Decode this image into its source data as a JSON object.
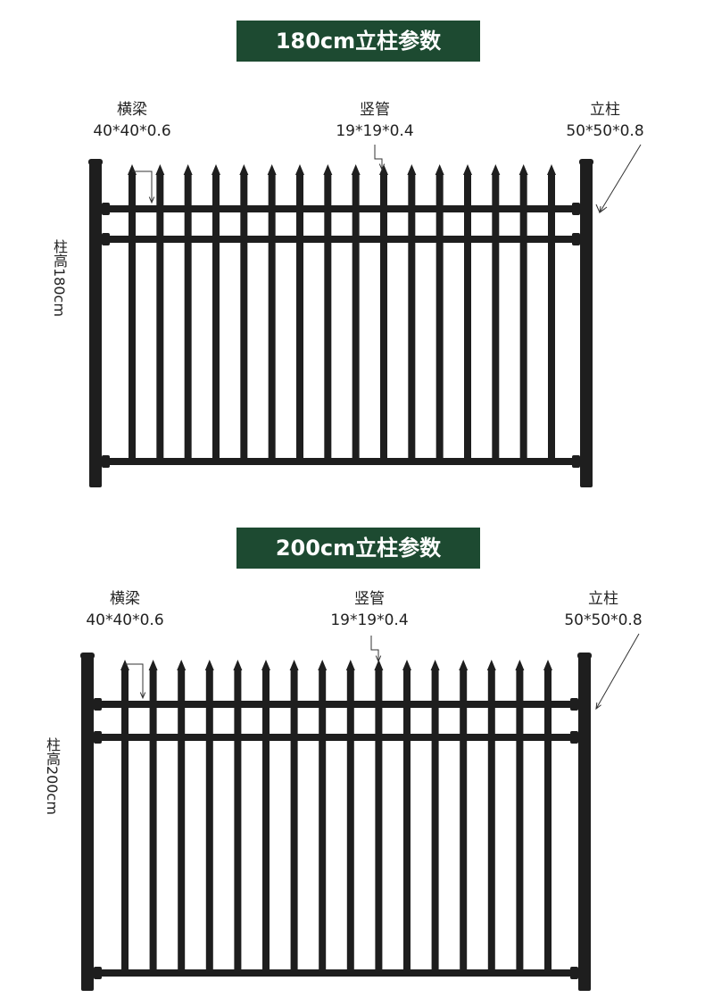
{
  "colors": {
    "banner_bg": "#1d4a31",
    "fence": "#1e1e1e"
  },
  "sections": [
    {
      "title": "180cm立柱参数",
      "rail_label": "横梁",
      "rail_spec": "40*40*0.6",
      "picket_label": "竖管",
      "picket_spec": "19*19*0.4",
      "post_label": "立柱",
      "post_spec": "50*50*0.8",
      "height_label": "柱高180cm",
      "picket_count": 16
    },
    {
      "title": "200cm立柱参数",
      "rail_label": "横梁",
      "rail_spec": "40*40*0.6",
      "picket_label": "竖管",
      "picket_spec": "19*19*0.4",
      "post_label": "立柱",
      "post_spec": "50*50*0.8",
      "height_label": "柱高200cm",
      "picket_count": 16
    }
  ]
}
